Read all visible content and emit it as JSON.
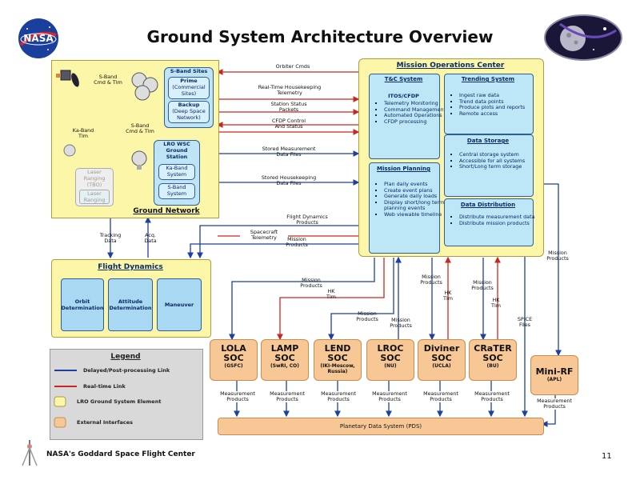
{
  "title": "Ground System Architecture Overview",
  "footer": {
    "center": "NASA's Goddard Space Flight Center",
    "page": "11"
  },
  "logo": {
    "text": "NASA"
  },
  "ground_network": {
    "title": "Ground Network",
    "sband_sites": {
      "title": "S-Band Sites",
      "prime": [
        "Prime",
        "(Commercial",
        "Sites)"
      ],
      "backup": [
        "Backup",
        "(Deep Space",
        "Network)"
      ]
    },
    "lro_wsc": {
      "title": [
        "LRO WSC",
        "Ground",
        "Station"
      ],
      "ka_band": [
        "Ka-Band",
        "System"
      ],
      "s_band": [
        "S-Band",
        "System"
      ]
    },
    "laser_ranging": [
      "Laser",
      "Ranging (TBO)"
    ],
    "laser_ranging2": [
      "Laser",
      "Ranging"
    ],
    "links": {
      "sband_cmd_tlm": [
        "S-Band",
        "Cmd & Tlm"
      ],
      "sband_cmd_tlm2": [
        "S-Band",
        "Cmd & Tlm"
      ],
      "ka_band_tlm": [
        "Ka-Band",
        "Tlm"
      ]
    }
  },
  "moc": {
    "title": "Mission Operations Center",
    "tc": {
      "title": "T&C System",
      "sub": "ITOS/CFDP",
      "items": [
        "Telemetry Monitoring",
        "Command Management",
        "Automated Operations",
        "CFDP processing"
      ]
    },
    "trending": {
      "title": "Trending System",
      "items": [
        "Ingest raw data",
        "Trend data points",
        "Produce plots and reports",
        "Remote access"
      ]
    },
    "storage": {
      "title": "Data Storage",
      "items": [
        "Central storage system",
        "Accessible for all systems",
        "Short/Long term storage"
      ]
    },
    "planning": {
      "title": "Mission Planning",
      "items": [
        "Plan daily events",
        "Create event plans",
        "Generate daily loads",
        "Display short/long term planning events",
        "Web viewable timeline"
      ]
    },
    "distribution": {
      "title": "Data Distribution",
      "items": [
        "Distribute measurement data",
        "Distribute mission products"
      ]
    }
  },
  "flows": {
    "orbiter_cmds": "Orbiter Cmds",
    "rt_hk": [
      "Real-Time Housekeeping",
      "Telemetry"
    ],
    "station_status": [
      "Station Status",
      "Packets"
    ],
    "cfdp": [
      "CFDP Control",
      "And Status"
    ],
    "stored_meas": [
      "Stored Measurement",
      "Data Files"
    ],
    "stored_hk": [
      "Stored Housekeeping",
      "Data Files"
    ],
    "fd_products": [
      "Flight Dynamics",
      "Products"
    ],
    "sc_telemetry": [
      "Spacecraft",
      "Telemetry"
    ],
    "mission_products": [
      "Mission",
      "Products"
    ],
    "tracking": [
      "Tracking",
      "Data"
    ],
    "acq": [
      "Acq.",
      "Data"
    ],
    "hk_tlm": [
      "HK",
      "Tlm"
    ],
    "spice": [
      "SPICE",
      "Files"
    ],
    "measurement_products": [
      "Measurement",
      "Products"
    ]
  },
  "flight_dynamics": {
    "title": "Flight Dynamics",
    "orbit": [
      "Orbit",
      "Determination"
    ],
    "attitude": [
      "Attitude",
      "Determination"
    ],
    "maneuver": "Maneuver"
  },
  "legend": {
    "title": "Legend",
    "items": [
      "Delayed/Post-processing Link",
      "Real-time Link",
      "LRO Ground System Element",
      "External Interfaces"
    ],
    "colors": {
      "delayed": "#1f3fa0",
      "realtime": "#c8281e",
      "element": "#fcf7a8",
      "external": "#f7c796"
    }
  },
  "socs": [
    {
      "name": "LOLA",
      "sub": "SOC",
      "org": "(GSFC)"
    },
    {
      "name": "LAMP",
      "sub": "SOC",
      "org": "(SwRI, CO)"
    },
    {
      "name": "LEND",
      "sub": "SOC",
      "org": "(IKI-Moscow, Russia)"
    },
    {
      "name": "LROC",
      "sub": "SOC",
      "org": "(NU)"
    },
    {
      "name": "Diviner",
      "sub": "SOC",
      "org": "(UCLA)"
    },
    {
      "name": "CRaTER",
      "sub": "SOC",
      "org": "(BU)"
    }
  ],
  "minirf": {
    "name": "Mini-RF",
    "org": "(APL)"
  },
  "pds": "Planetary Data System (PDS)"
}
